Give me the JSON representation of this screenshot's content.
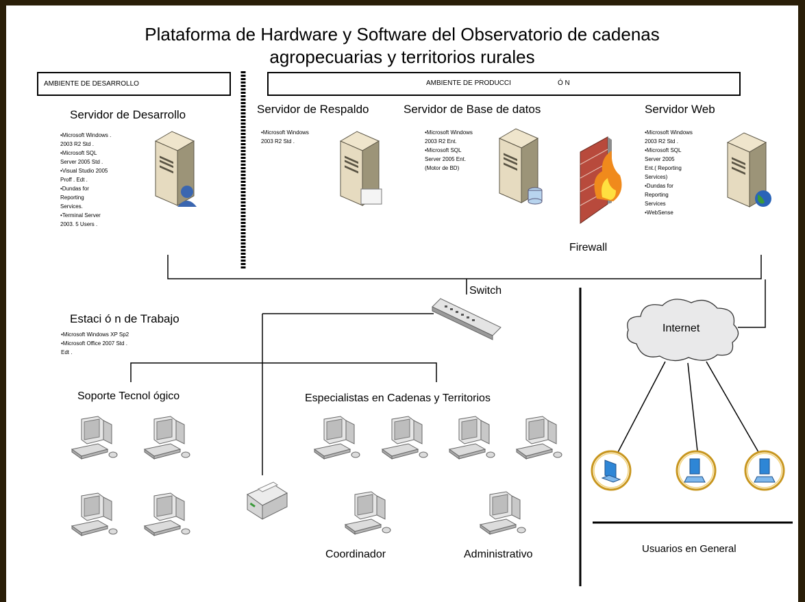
{
  "title": {
    "line1": "Plataforma de Hardware y Software  del Observatorio de cadenas",
    "line2": "agropecuarias y territorios rurales"
  },
  "environments": {
    "dev": "AMBIENTE DE DESARROLLO",
    "prod_part1": "AMBIENTE DE PRODUCCI",
    "prod_part2": "Ó N"
  },
  "servers": {
    "dev": {
      "title": "Servidor de Desarrollo",
      "specs": [
        "•Microsoft Windows    .",
        "2003 R2     Std  .",
        "•Microsoft SQL",
        "Server 2005       Std  .",
        "•Visual Studio 2005",
        "Proff  .  Edt  .",
        "•Dundas      for",
        "Reporting",
        "Services.",
        "•Terminal Server",
        "2003. 5      Users    ."
      ]
    },
    "backup": {
      "title": "Servidor de Respaldo",
      "specs": [
        "•Microsoft Windows",
        "2003 R2       Std  ."
      ]
    },
    "db": {
      "title": "Servidor de Base de datos",
      "specs": [
        "•Microsoft Windows",
        "2003 R2 Ent.",
        "•Microsoft SQL",
        "Server 2005 Ent.",
        "(Motor de BD)"
      ]
    },
    "web": {
      "title": "Servidor Web",
      "specs": [
        "•Microsoft Windows",
        "2003 R2       Std  .",
        "•Microsoft SQL",
        "Server 2005",
        "Ent.(   Reporting",
        "Services)",
        "•Dundas      for",
        "Reporting",
        "Services",
        "•WebSense"
      ]
    }
  },
  "network": {
    "firewall": "Firewall",
    "switch": "Switch",
    "internet": "Internet"
  },
  "workstation": {
    "title": "Estaci   ó n de Trabajo",
    "specs": [
      "•Microsoft Windows XP Sp2",
      "•Microsoft Office 2007              Std  .",
      "Edt  ."
    ]
  },
  "groups": {
    "support": "Soporte Tecnol     ógico",
    "specialists": "Especialistas en  Cadenas y Territorios",
    "coordinator": "Coordinador",
    "administrative": "Administrativo",
    "public_users": "Usuarios en General"
  },
  "icons": {
    "dev_server": "server-user-icon",
    "backup_server": "server-backup-icon",
    "db_server": "server-database-icon",
    "web_server": "server-globe-icon",
    "firewall": "firewall-icon",
    "switch": "switch-icon",
    "internet": "cloud-icon",
    "workstation": "desktop-computer-icon",
    "printer": "printer-icon",
    "public_user": "public-user-icon"
  }
}
